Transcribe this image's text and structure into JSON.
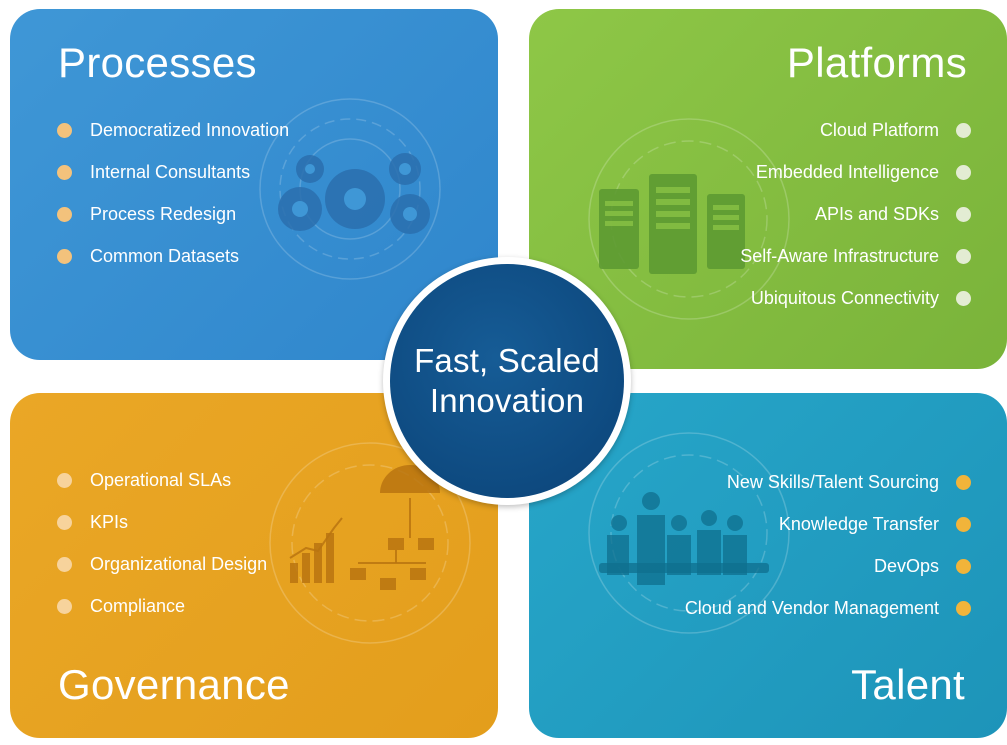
{
  "colors": {
    "processes": "#3a92d3",
    "platforms": "#85be42",
    "governance": "#e6a421",
    "talent": "#22a0c3",
    "center": "#0f4d84",
    "dot_processes": "#f3c27c",
    "dot_platforms": "#e3ecd3",
    "dot_governance": "#f7d39c",
    "dot_talent": "#f1b43a"
  },
  "center": {
    "line1": "Fast, Scaled",
    "line2": "Innovation"
  },
  "quadrants": {
    "processes": {
      "title": "Processes",
      "icon": "gears-icon",
      "items": [
        "Democratized Innovation",
        "Internal Consultants",
        "Process Redesign",
        "Common Datasets"
      ]
    },
    "platforms": {
      "title": "Platforms",
      "icon": "servers-icon",
      "items": [
        "Cloud Platform",
        "Embedded Intelligence",
        "APIs and SDKs",
        "Self-Aware Infrastructure",
        "Ubiquitous Connectivity"
      ]
    },
    "governance": {
      "title": "Governance",
      "icon": "org-chart-icon",
      "items": [
        "Operational SLAs",
        "KPIs",
        "Organizational Design",
        "Compliance"
      ]
    },
    "talent": {
      "title": "Talent",
      "icon": "team-meeting-icon",
      "items": [
        "New Skills/Talent Sourcing",
        "Knowledge Transfer",
        "DevOps",
        "Cloud and Vendor Management"
      ]
    }
  }
}
